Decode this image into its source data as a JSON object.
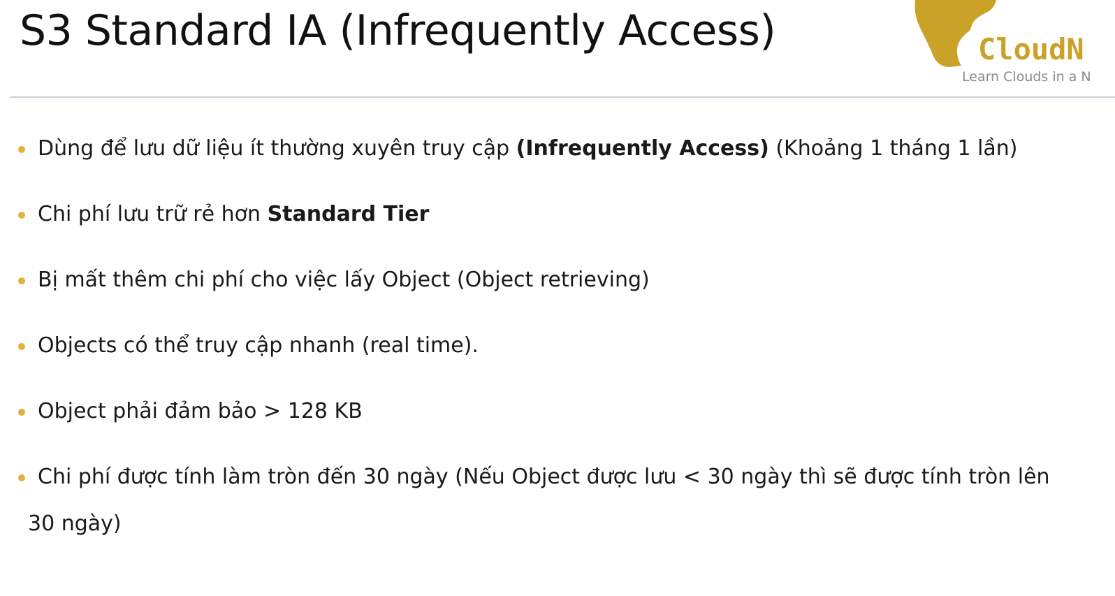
{
  "slide": {
    "title": "S3 Standard IA (Infrequently Access)"
  },
  "logo": {
    "name": "CloudN",
    "tagline": "Learn Clouds in a N",
    "icon": "head-silhouette-icon",
    "color": "#c9a227"
  },
  "accent_color": "#e0b23e",
  "bullets": [
    {
      "pre": "Dùng để lưu dữ liệu ít thường xuyên truy cập ",
      "bold": "(Infrequently Access)",
      "post": " (Khoảng 1 tháng 1 lần)"
    },
    {
      "pre": "Chi phí lưu trữ rẻ hơn ",
      "bold": "Standard Tier",
      "post": ""
    },
    {
      "pre": "Bị mất thêm chi phí cho việc lấy Object (Object retrieving)",
      "bold": "",
      "post": ""
    },
    {
      "pre": "Objects có thể truy cập nhanh (real time).",
      "bold": "",
      "post": ""
    },
    {
      "pre": "Object phải đảm bảo > 128 KB",
      "bold": "",
      "post": ""
    },
    {
      "pre": "Chi phí được tính làm tròn đến 30 ngày (Nếu Object được lưu < 30 ngày thì sẽ được tính tròn lên",
      "bold": "",
      "post": "",
      "continuation": "30 ngày)"
    }
  ]
}
